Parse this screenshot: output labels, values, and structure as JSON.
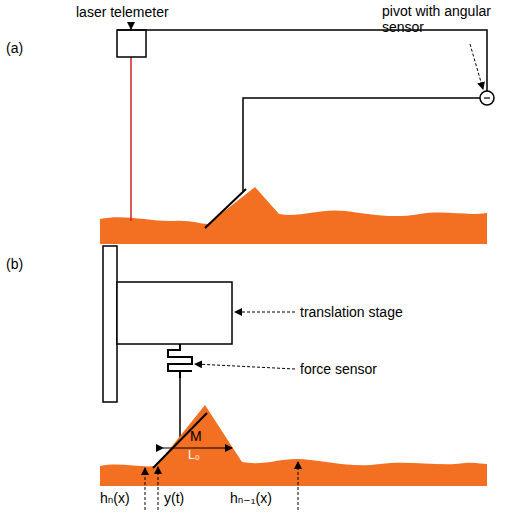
{
  "diagram": {
    "labels": [
      "laser telemeter",
      "pivot with angular sensor",
      "(a)",
      "(b)",
      "translation stage",
      "force sensor",
      "M",
      "L₀",
      "hₙ(x)",
      "y(t)",
      "hₙ₋₁(x)"
    ]
  }
}
